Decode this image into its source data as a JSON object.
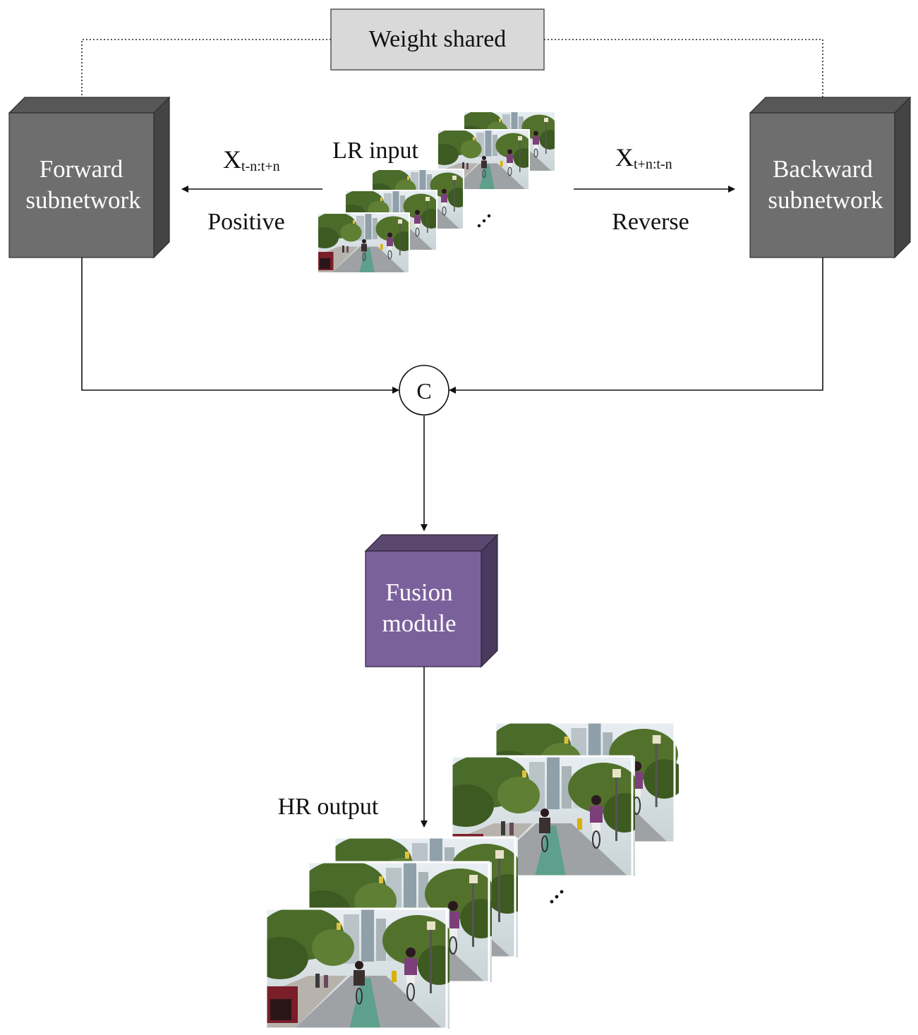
{
  "weight_shared": {
    "label": "Weight shared"
  },
  "forward": {
    "line1": "Forward",
    "line2": "subnetwork"
  },
  "backward": {
    "line1": "Backward",
    "line2": "subnetwork"
  },
  "fusion": {
    "line1": "Fusion",
    "line2": "module"
  },
  "lr_input": {
    "label": "LR input"
  },
  "hr_output": {
    "label": "HR output"
  },
  "positive": {
    "label": "Positive",
    "symbol": "X",
    "subscript": "t-n:t+n"
  },
  "reverse": {
    "label": "Reverse",
    "symbol": "X",
    "subscript": "t+n:t-n"
  },
  "concat": {
    "label": "C"
  },
  "colors": {
    "subnetwork_front": "#6e6e6e",
    "subnetwork_top": "#575757",
    "subnetwork_side": "#444444",
    "fusion_front": "#7b619c",
    "fusion_top": "#5a4870",
    "fusion_side": "#473a5c",
    "weight_box": "#d9d9d9"
  }
}
